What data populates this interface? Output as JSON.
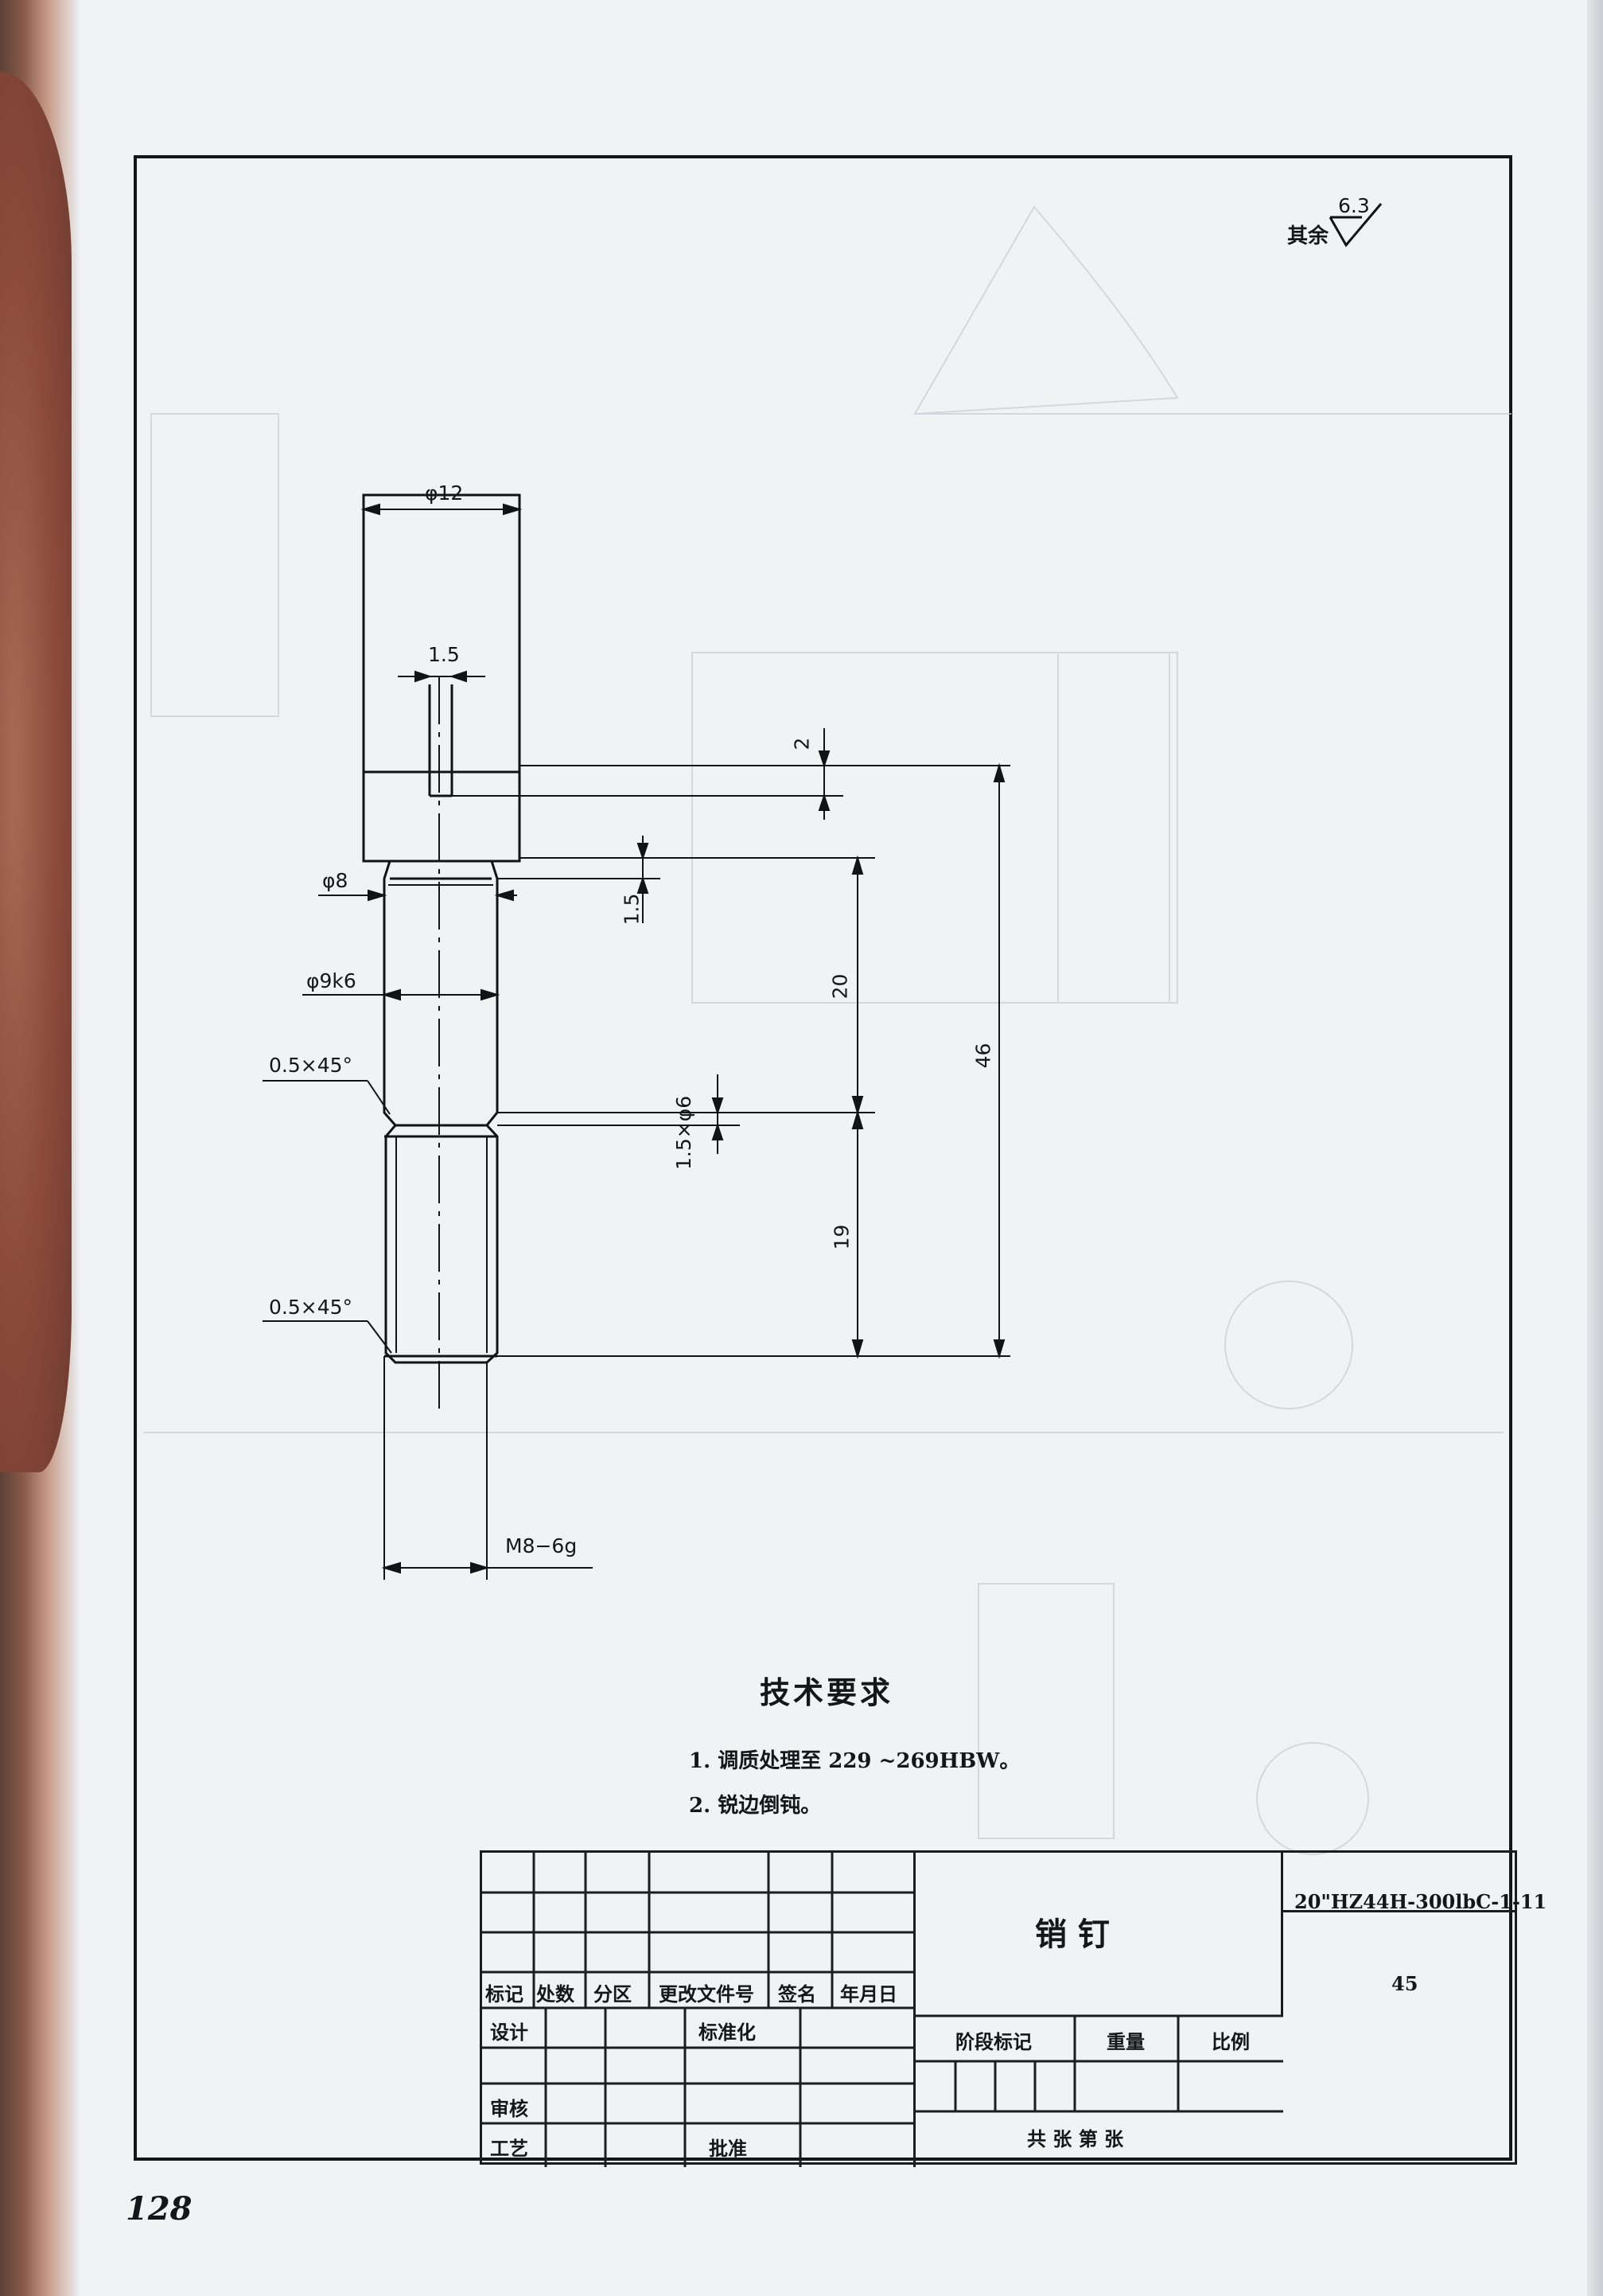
{
  "page_number": "128",
  "roughness": {
    "label": "其余",
    "value": "6.3"
  },
  "dimensions": {
    "dia12": "φ12",
    "slot_width": "1.5",
    "slot_depth": "2",
    "dia8": "φ8",
    "groove": "1.5",
    "dia9k6": "φ9k6",
    "len20": "20",
    "len46": "46",
    "chamfer_top": "0.5×45°",
    "undercut": "1.5×φ6",
    "len19": "19",
    "chamfer_bottom": "0.5×45°",
    "thread": "M8−6g"
  },
  "requirements": {
    "title": "技术要求",
    "items": [
      "1. 调质处理至 229 ~269HBW。",
      "2. 锐边倒钝。"
    ]
  },
  "title_block": {
    "part_name": "销    钉",
    "drawing_number": "20\"HZ44H-300lbC-1-11",
    "material_code": "45",
    "rev_headers": [
      "标记",
      "处数",
      "分区",
      "更改文件号",
      "签名",
      "年月日"
    ],
    "design": "设计",
    "standardization": "标准化",
    "review": "审核",
    "process": "工艺",
    "approve": "批准",
    "stage_mark": "阶段标记",
    "weight": "重量",
    "scale": "比例",
    "sheets": "共    张  第    张"
  }
}
